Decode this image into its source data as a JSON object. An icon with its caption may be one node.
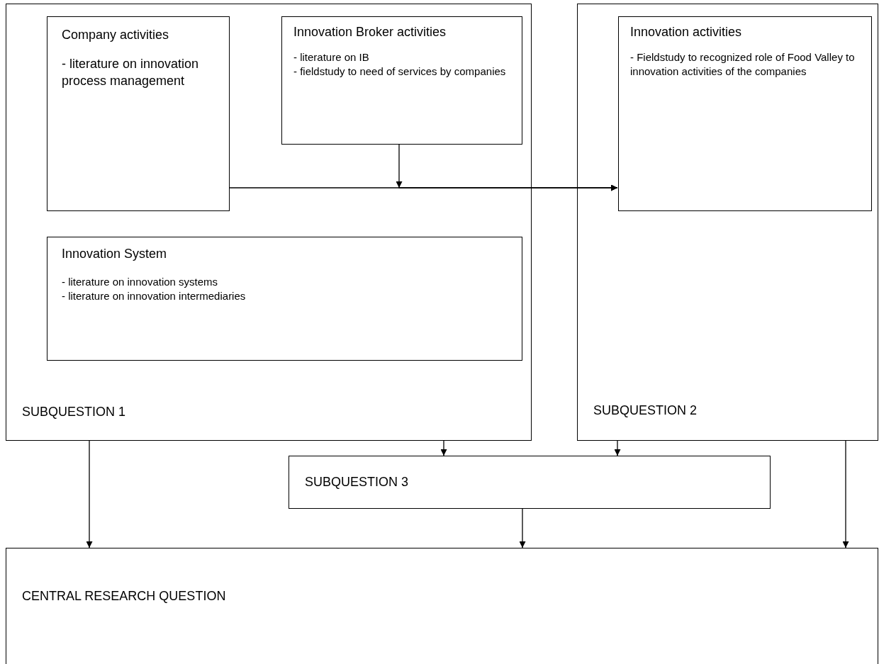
{
  "diagram": {
    "nodes": [
      {
        "text": [
          "SUBQUESTION 1"
        ]
      },
      {
        "text": [
          "Company activities",
          "- literature on innovation process management"
        ],
        "in": 0
      },
      {
        "text": [
          "Innovation Broker activities",
          "- literature on IB",
          "- fieldstudy to need of services by companies"
        ],
        "in": 0
      },
      {
        "text": [
          "Innovation System",
          "- literature on innovation systems",
          "- literature on innovation intermediaries"
        ],
        "in": 0
      },
      {
        "text": [
          "SUBQUESTION 2"
        ]
      },
      {
        "text": [
          "Innovation activities",
          "- Fieldstudy to recognized role of Food Valley to innovation activities of the companies"
        ],
        "in": 4
      },
      {
        "text": [
          "SUBQUESTION 3"
        ]
      },
      {
        "text": [
          "CENTRAL RESEARCH QUESTION"
        ]
      }
    ],
    "edges": [
      {
        "from": 1,
        "to": 5,
        "arrow": "to"
      },
      {
        "from": 2,
        "to": 5,
        "arrow": "to"
      },
      {
        "from": 0,
        "to": 6,
        "arrow": "to"
      },
      {
        "from": 4,
        "to": 6,
        "arrow": "to"
      },
      {
        "from": 0,
        "to": 7,
        "arrow": "to"
      },
      {
        "from": 6,
        "to": 7,
        "arrow": "to"
      },
      {
        "from": 4,
        "to": 7,
        "arrow": "to"
      }
    ]
  }
}
